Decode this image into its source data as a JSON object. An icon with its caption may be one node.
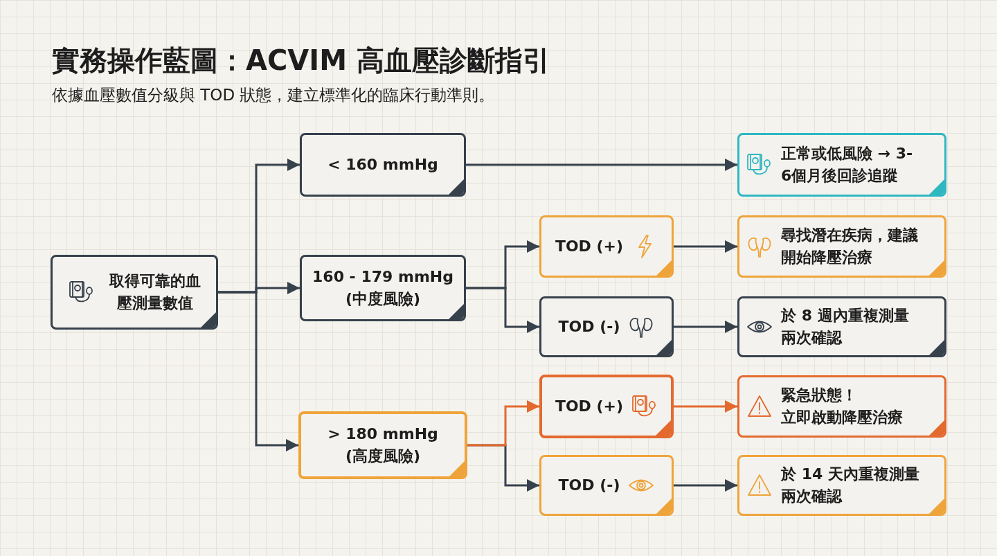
{
  "diagram": {
    "title": "實務操作藍圖：ACVIM 高血壓診斷指引",
    "caption": "依據血壓數值分級與 TOD 狀態，建立標準化的臨床行動準則。",
    "nodes": [
      {
        "text": [
          "取得可靠的血壓測量數值"
        ]
      },
      {
        "text": [
          "< 160 mmHg"
        ]
      },
      {
        "text": [
          "160 - 179 mmHg",
          "(中度風險)"
        ]
      },
      {
        "text": [
          "> 180 mmHg",
          "(高度風險)"
        ]
      },
      {
        "text": [
          "TOD (+)"
        ]
      },
      {
        "text": [
          "TOD (-)"
        ]
      },
      {
        "text": [
          "TOD (+)"
        ]
      },
      {
        "text": [
          "TOD (-)"
        ]
      },
      {
        "text": [
          "正常或低風險 → 3-6個月後回診追蹤"
        ]
      },
      {
        "text": [
          "尋找潛在疾病，建議開始降壓治療"
        ]
      },
      {
        "text": [
          "於 8 週內重複測量兩次確認"
        ]
      },
      {
        "text": [
          "緊急狀態！",
          "立即啟動降壓治療"
        ]
      },
      {
        "text": [
          "於 14 天內重複測量兩次確認"
        ]
      }
    ],
    "edges": [
      {
        "from": 0,
        "to": 1,
        "arrow": "to"
      },
      {
        "from": 0,
        "to": 2,
        "arrow": "to"
      },
      {
        "from": 0,
        "to": 3,
        "arrow": "to"
      },
      {
        "from": 1,
        "to": 8,
        "arrow": "to"
      },
      {
        "from": 2,
        "to": 4,
        "arrow": "to"
      },
      {
        "from": 2,
        "to": 5,
        "arrow": "to"
      },
      {
        "from": 3,
        "to": 7,
        "arrow": "to"
      },
      {
        "from": 3,
        "to": 6,
        "arrow": "to",
        "color": "#e4692e"
      },
      {
        "from": 4,
        "to": 9,
        "arrow": "to"
      },
      {
        "from": 5,
        "to": 10,
        "arrow": "to"
      },
      {
        "from": 6,
        "to": 11,
        "arrow": "to",
        "color": "#e4692e"
      },
      {
        "from": 7,
        "to": 12,
        "arrow": "to"
      }
    ]
  }
}
